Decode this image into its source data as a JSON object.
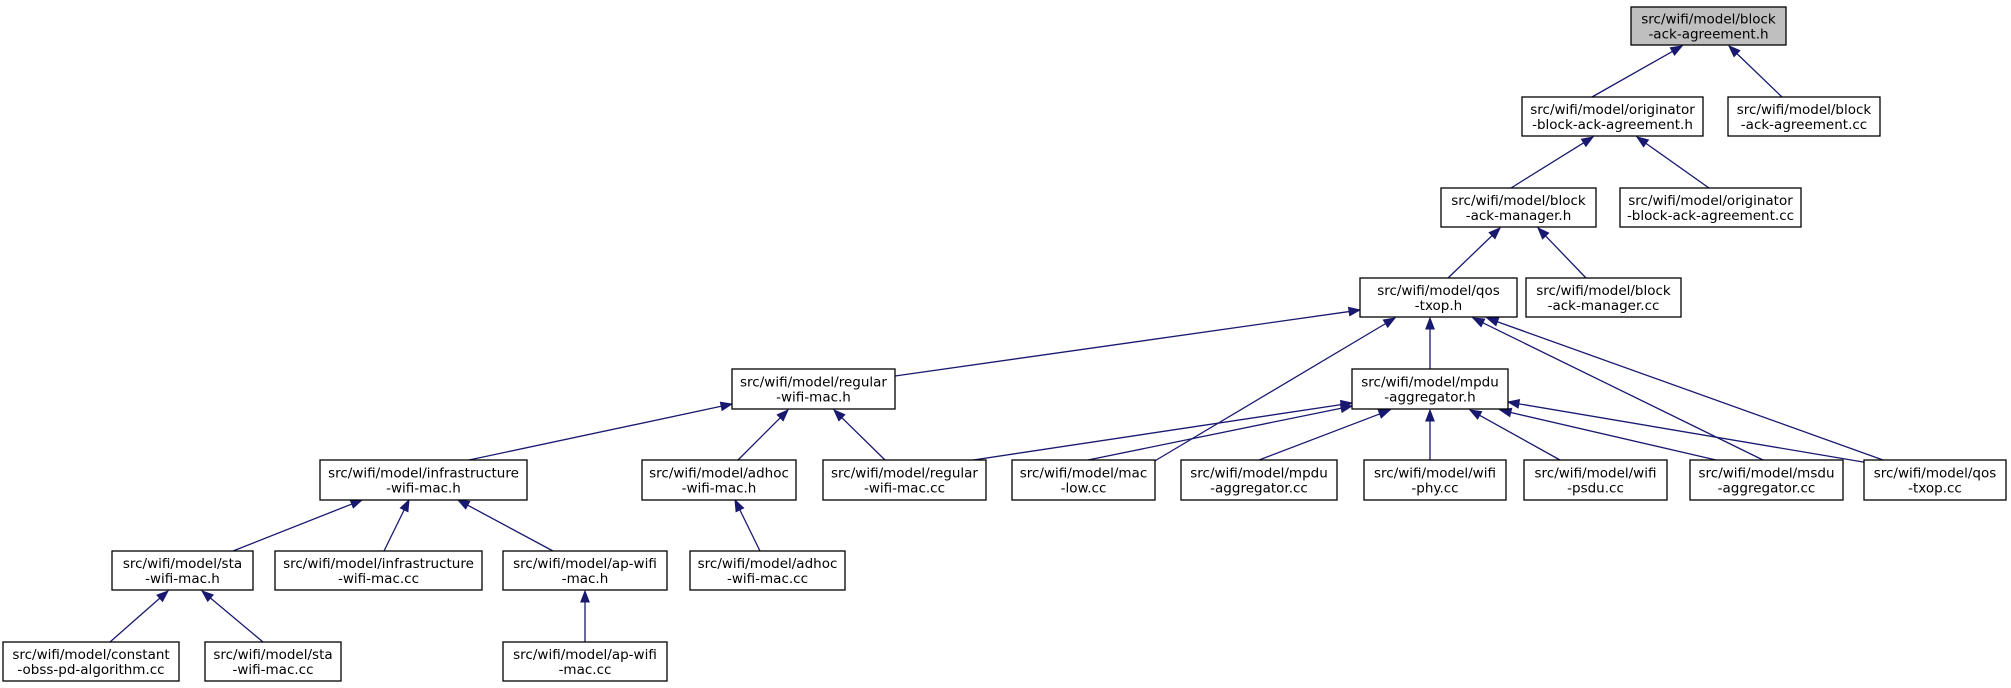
{
  "graph": {
    "edge_color": "#191970",
    "root_fill": "#bfbfbf",
    "nodes": [
      {
        "id": "block-ack-agreement-h",
        "lines": [
          "src/wifi/model/block",
          "-ack-agreement.h"
        ],
        "root": true
      },
      {
        "id": "originator-block-ack-agreement-h",
        "lines": [
          "src/wifi/model/originator",
          "-block-ack-agreement.h"
        ]
      },
      {
        "id": "block-ack-agreement-cc",
        "lines": [
          "src/wifi/model/block",
          "-ack-agreement.cc"
        ]
      },
      {
        "id": "block-ack-manager-h",
        "lines": [
          "src/wifi/model/block",
          "-ack-manager.h"
        ]
      },
      {
        "id": "originator-block-ack-agreement-cc",
        "lines": [
          "src/wifi/model/originator",
          "-block-ack-agreement.cc"
        ]
      },
      {
        "id": "qos-txop-h",
        "lines": [
          "src/wifi/model/qos",
          "-txop.h"
        ]
      },
      {
        "id": "block-ack-manager-cc",
        "lines": [
          "src/wifi/model/block",
          "-ack-manager.cc"
        ]
      },
      {
        "id": "regular-wifi-mac-h",
        "lines": [
          "src/wifi/model/regular",
          "-wifi-mac.h"
        ]
      },
      {
        "id": "mpdu-aggregator-h",
        "lines": [
          "src/wifi/model/mpdu",
          "-aggregator.h"
        ]
      },
      {
        "id": "infrastructure-wifi-mac-h",
        "lines": [
          "src/wifi/model/infrastructure",
          "-wifi-mac.h"
        ]
      },
      {
        "id": "adhoc-wifi-mac-h",
        "lines": [
          "src/wifi/model/adhoc",
          "-wifi-mac.h"
        ]
      },
      {
        "id": "regular-wifi-mac-cc",
        "lines": [
          "src/wifi/model/regular",
          "-wifi-mac.cc"
        ]
      },
      {
        "id": "mac-low-cc",
        "lines": [
          "src/wifi/model/mac",
          "-low.cc"
        ]
      },
      {
        "id": "mpdu-aggregator-cc",
        "lines": [
          "src/wifi/model/mpdu",
          "-aggregator.cc"
        ]
      },
      {
        "id": "wifi-phy-cc",
        "lines": [
          "src/wifi/model/wifi",
          "-phy.cc"
        ]
      },
      {
        "id": "wifi-psdu-cc",
        "lines": [
          "src/wifi/model/wifi",
          "-psdu.cc"
        ]
      },
      {
        "id": "msdu-aggregator-cc",
        "lines": [
          "src/wifi/model/msdu",
          "-aggregator.cc"
        ]
      },
      {
        "id": "qos-txop-cc",
        "lines": [
          "src/wifi/model/qos",
          "-txop.cc"
        ]
      },
      {
        "id": "sta-wifi-mac-h",
        "lines": [
          "src/wifi/model/sta",
          "-wifi-mac.h"
        ]
      },
      {
        "id": "infrastructure-wifi-mac-cc",
        "lines": [
          "src/wifi/model/infrastructure",
          "-wifi-mac.cc"
        ]
      },
      {
        "id": "ap-wifi-mac-h",
        "lines": [
          "src/wifi/model/ap-wifi",
          "-mac.h"
        ]
      },
      {
        "id": "adhoc-wifi-mac-cc",
        "lines": [
          "src/wifi/model/adhoc",
          "-wifi-mac.cc"
        ]
      },
      {
        "id": "constant-obss-pd-algorithm-cc",
        "lines": [
          "src/wifi/model/constant",
          "-obss-pd-algorithm.cc"
        ]
      },
      {
        "id": "sta-wifi-mac-cc",
        "lines": [
          "src/wifi/model/sta",
          "-wifi-mac.cc"
        ]
      },
      {
        "id": "ap-wifi-mac-cc",
        "lines": [
          "src/wifi/model/ap-wifi",
          "-mac.cc"
        ]
      }
    ],
    "edges": [
      {
        "from": "originator-block-ack-agreement-h",
        "to": "block-ack-agreement-h"
      },
      {
        "from": "block-ack-agreement-cc",
        "to": "block-ack-agreement-h"
      },
      {
        "from": "block-ack-manager-h",
        "to": "originator-block-ack-agreement-h"
      },
      {
        "from": "originator-block-ack-agreement-cc",
        "to": "originator-block-ack-agreement-h"
      },
      {
        "from": "qos-txop-h",
        "to": "block-ack-manager-h"
      },
      {
        "from": "block-ack-manager-cc",
        "to": "block-ack-manager-h"
      },
      {
        "from": "regular-wifi-mac-h",
        "to": "qos-txop-h"
      },
      {
        "from": "mpdu-aggregator-h",
        "to": "qos-txop-h"
      },
      {
        "from": "mac-low-cc",
        "to": "qos-txop-h"
      },
      {
        "from": "msdu-aggregator-cc",
        "to": "qos-txop-h"
      },
      {
        "from": "qos-txop-cc",
        "to": "qos-txop-h"
      },
      {
        "from": "infrastructure-wifi-mac-h",
        "to": "regular-wifi-mac-h"
      },
      {
        "from": "adhoc-wifi-mac-h",
        "to": "regular-wifi-mac-h"
      },
      {
        "from": "regular-wifi-mac-cc",
        "to": "regular-wifi-mac-h"
      },
      {
        "from": "regular-wifi-mac-cc",
        "to": "mpdu-aggregator-h"
      },
      {
        "from": "mac-low-cc",
        "to": "mpdu-aggregator-h"
      },
      {
        "from": "mpdu-aggregator-cc",
        "to": "mpdu-aggregator-h"
      },
      {
        "from": "wifi-phy-cc",
        "to": "mpdu-aggregator-h"
      },
      {
        "from": "wifi-psdu-cc",
        "to": "mpdu-aggregator-h"
      },
      {
        "from": "msdu-aggregator-cc",
        "to": "mpdu-aggregator-h"
      },
      {
        "from": "qos-txop-cc",
        "to": "mpdu-aggregator-h"
      },
      {
        "from": "sta-wifi-mac-h",
        "to": "infrastructure-wifi-mac-h"
      },
      {
        "from": "infrastructure-wifi-mac-cc",
        "to": "infrastructure-wifi-mac-h"
      },
      {
        "from": "ap-wifi-mac-h",
        "to": "infrastructure-wifi-mac-h"
      },
      {
        "from": "adhoc-wifi-mac-cc",
        "to": "adhoc-wifi-mac-h"
      },
      {
        "from": "constant-obss-pd-algorithm-cc",
        "to": "sta-wifi-mac-h"
      },
      {
        "from": "sta-wifi-mac-cc",
        "to": "sta-wifi-mac-h"
      },
      {
        "from": "ap-wifi-mac-cc",
        "to": "ap-wifi-mac-h"
      }
    ]
  }
}
